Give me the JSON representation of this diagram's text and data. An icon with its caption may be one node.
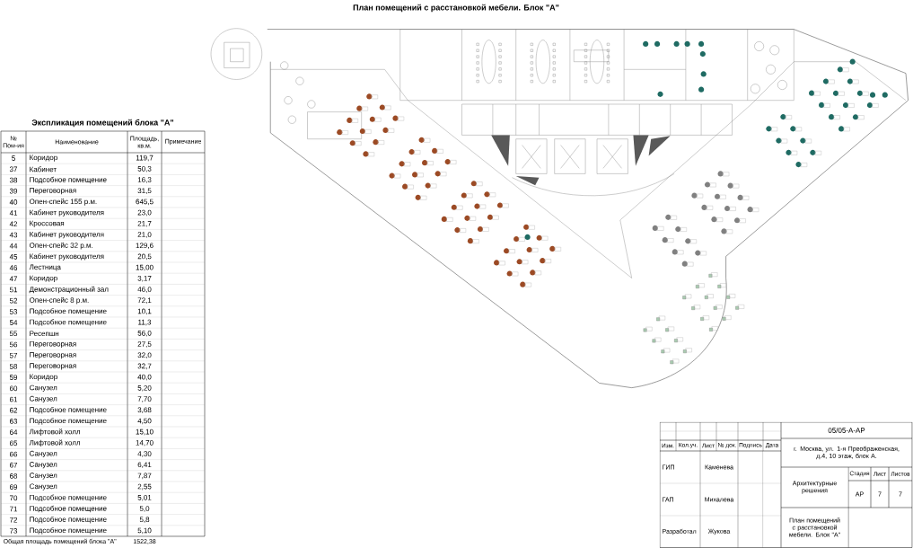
{
  "diagram": {
    "title": "План помещений с расстановкой мебели. Блок \"А\"",
    "labels": [
      "Экспликация помещений блока \"А\"",
      "№ Пом-ия",
      "Наименование",
      "Площадь, кв.м.",
      "Примечание",
      "5",
      "Коридор",
      "119,7",
      "37",
      "Кабинет",
      "50,3",
      "38",
      "Подсобное помещение",
      "16,3",
      "39",
      "Переговорная",
      "31,5",
      "40",
      "Опен-спейс 155 р.м.",
      "645,5",
      "41",
      "Кабинет руководителя",
      "23,0",
      "42",
      "Кроссовая",
      "21,7",
      "43",
      "Кабинет руководителя",
      "21,0",
      "44",
      "Опен-спейс 32 р.м.",
      "129,6",
      "45",
      "Кабинет руководителя",
      "20,5",
      "46",
      "Лестница",
      "15,00",
      "47",
      "Коридор",
      "3,17",
      "51",
      "Демонстрационный зал",
      "46,0",
      "52",
      "Опен-спейс 8 р.м.",
      "72,1",
      "53",
      "Подсобное помещение",
      "10,1",
      "54",
      "Подсобное помещение",
      "11,3",
      "55",
      "Ресепшн",
      "56,0",
      "56",
      "Переговорная",
      "27,5",
      "57",
      "Переговорная",
      "32,0",
      "58",
      "Переговорная",
      "32,7",
      "59",
      "Коридор",
      "40,0",
      "60",
      "Санузел",
      "5,20",
      "61",
      "Санузел",
      "7,70",
      "62",
      "Подсобное помещение",
      "3,68",
      "63",
      "Подсобное помещение",
      "4,50",
      "64",
      "Лифтовой холл",
      "15,10",
      "65",
      "Лифтовой холл",
      "14,70",
      "66",
      "Санузел",
      "4,30",
      "67",
      "Санузел",
      "6,41",
      "68",
      "Санузел",
      "7,87",
      "69",
      "Санузел",
      "2,55",
      "70",
      "Подсобное помещение",
      "5,01",
      "71",
      "Подсобное помещение",
      "5,0",
      "72",
      "Подсобное помещение",
      "5,8",
      "73",
      "Подсобное помещение",
      "5,10",
      "Общая площадь помещений блока \"А\"",
      "1522,38",
      "05/05-А-АР",
      "г. Москва, ул. 1-я Преображенская, д.4, 10 этаж, блок А.",
      "Изм.",
      "Кол.уч.",
      "Лист",
      "№ док.",
      "Подпись",
      "Дата",
      "ГИП",
      "Каменева",
      "ГАП",
      "Михалева",
      "Разработал",
      "Жукова",
      "Архитектурные решения",
      "Стадия",
      "Лист",
      "Листов",
      "АР",
      "7",
      "7",
      "План помещений с расстановкой мебели. Блок \"А\""
    ]
  }
}
